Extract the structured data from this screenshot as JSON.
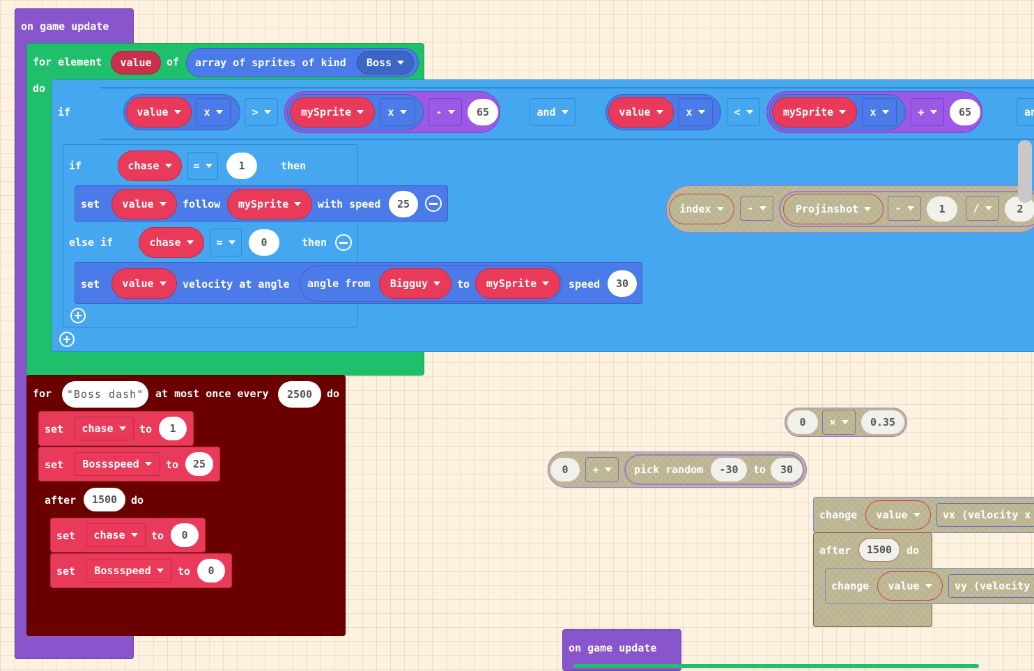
{
  "colors": {
    "event": "#8855cc",
    "loops": "#20bf6b",
    "logic": "#45a7ef",
    "sprites": "#4b7be8",
    "variables": "#ea3a5a",
    "math": "#9b59e6",
    "timer": "#6b0000",
    "canvas": "#fdf1e0"
  },
  "event_main": {
    "label": "on game update",
    "for_loop": {
      "for_label": "for element",
      "var": "value",
      "of_label": "of",
      "array_label": "array of sprites of kind",
      "kind": "Boss",
      "do_label": "do",
      "outer_if": {
        "if_label": "if",
        "cond1": {
          "left_var": "value",
          "left_prop": "x",
          "op": ">",
          "right_var": "mySprite",
          "right_prop": "x",
          "math_op": "-",
          "num": "65"
        },
        "and_label": "and",
        "cond2": {
          "left_var": "value",
          "left_prop": "x",
          "op": "<",
          "right_var": "mySprite",
          "right_prop": "x",
          "math_op": "+",
          "num": "65"
        },
        "trailing_label": "an"
      },
      "inner_if": {
        "if_label": "if",
        "var": "chase",
        "op": "=",
        "num": "1",
        "then_label": "then",
        "follow": {
          "set_label": "set",
          "sprite": "value",
          "follow_label": "follow",
          "target": "mySprite",
          "speed_label": "with speed",
          "speed": "25"
        },
        "else_if_label": "else if",
        "else_var": "chase",
        "else_op": "=",
        "else_num": "0",
        "else_then_label": "then",
        "velocity": {
          "set_label": "set",
          "sprite": "value",
          "label": "velocity at angle",
          "angle_label": "angle from",
          "from": "Bigguy",
          "to_label": "to",
          "to": "mySprite",
          "speed_label": "speed",
          "speed": "30"
        }
      }
    },
    "throttle": {
      "for_label": "for",
      "key": "Boss dash",
      "every_label": "at most once every",
      "ms": "2500",
      "do_label": "do",
      "set1": {
        "set_label": "set",
        "var": "chase",
        "to_label": "to",
        "value": "1"
      },
      "set2": {
        "set_label": "set",
        "var": "Bossspeed",
        "to_label": "to",
        "value": "25"
      },
      "after": {
        "label": "after",
        "ms": "1500",
        "do_label": "do",
        "set1": {
          "set_label": "set",
          "var": "chase",
          "to_label": "to",
          "value": "0"
        },
        "set2": {
          "set_label": "set",
          "var": "Bossspeed",
          "to_label": "to",
          "value": "0"
        }
      }
    }
  },
  "disabled_blocks": {
    "index_expr": {
      "var": "index",
      "op1": "-",
      "var2": "Projinshot",
      "op2": "-",
      "num1": "1",
      "op3": "/",
      "num2": "2"
    },
    "mult_expr": {
      "a": "0",
      "op": "×",
      "b": "0.35"
    },
    "random_expr": {
      "a": "0",
      "op": "+",
      "label": "pick random",
      "min": "-30",
      "to_label": "to",
      "max": "30"
    },
    "change_x": {
      "label": "change",
      "var": "value",
      "prop": "vx (velocity x"
    },
    "after": {
      "label": "after",
      "ms": "1500",
      "do_label": "do"
    },
    "change_y": {
      "label": "change",
      "var": "value",
      "prop": "vy (velocity"
    }
  },
  "event_second": {
    "label": "on game update"
  }
}
